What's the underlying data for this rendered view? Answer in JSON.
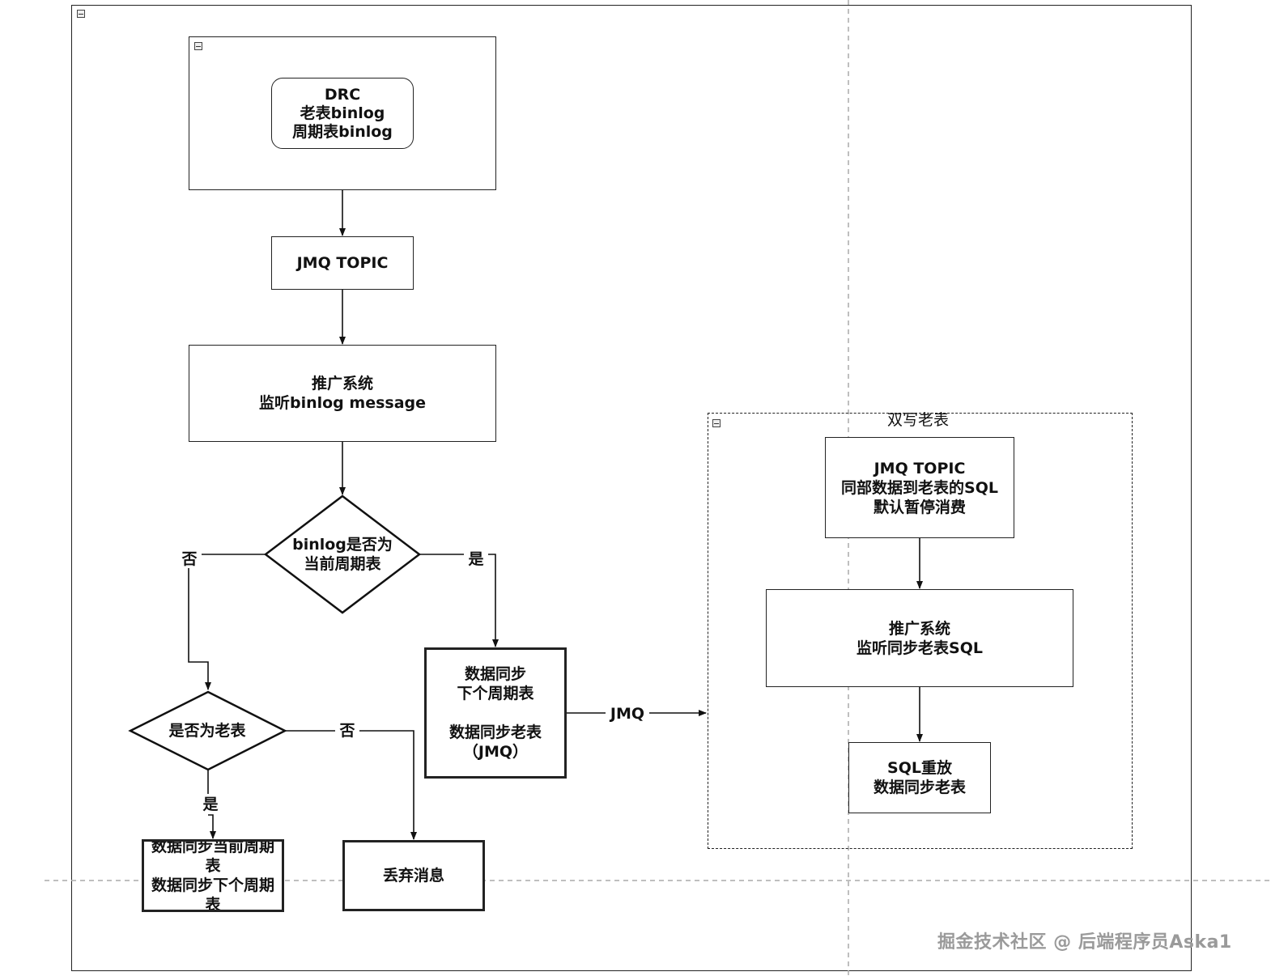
{
  "nodes": {
    "drc": "DRC\n老表binlog\n周期表binlog",
    "jmq_topic": "JMQ TOPIC",
    "promo_listen_binlog": "推广系统\n监听binlog message",
    "decision_current": "binlog是否为\n当前周期表",
    "decision_old": "是否为老表",
    "sync_next_and_old": "数据同步\n下个周期表\n\n数据同步老表\n（JMQ）",
    "sync_current_next": "数据同步当前周期\n表\n数据同步下个周期\n表",
    "discard": "丢弃消息",
    "dual_write_title": "双写老表",
    "jmq_topic_sql": "JMQ TOPIC\n同部数据到老表的SQL\n默认暂停消费",
    "promo_listen_sql": "推广系统\n监听同步老表SQL",
    "sql_replay": "SQL重放\n数据同步老表"
  },
  "edge_labels": {
    "no_1": "否",
    "yes_1": "是",
    "no_2": "否",
    "yes_2": "是",
    "jmq": "JMQ"
  },
  "watermark": "掘金技术社区 @ 后端程序员Aska1",
  "colors": {
    "stroke": "#222222",
    "background": "#ffffff",
    "guide": "#9a9a9a"
  }
}
